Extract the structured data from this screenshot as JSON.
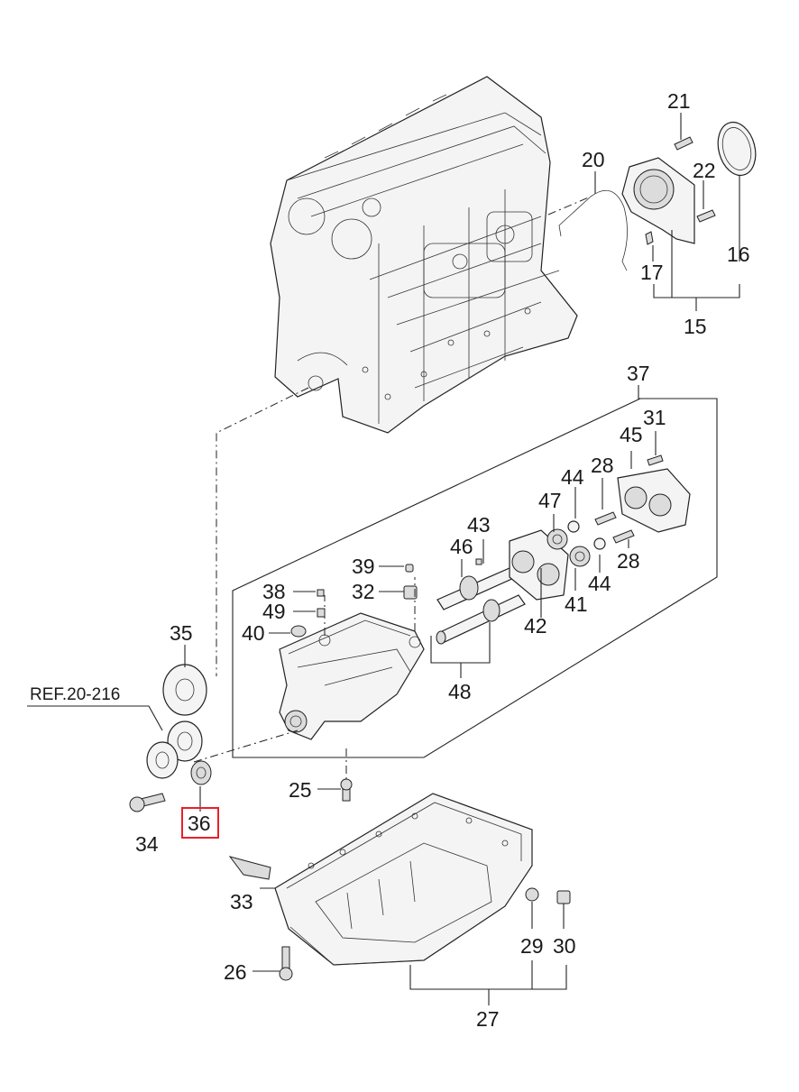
{
  "callouts": {
    "c15": "15",
    "c16": "16",
    "c17": "17",
    "c20": "20",
    "c21": "21",
    "c22": "22",
    "c25": "25",
    "c26": "26",
    "c27": "27",
    "c28a": "28",
    "c28b": "28",
    "c29": "29",
    "c30": "30",
    "c31": "31",
    "c32": "32",
    "c33": "33",
    "c34": "34",
    "c35": "35",
    "c36": "36",
    "c37": "37",
    "c38": "38",
    "c39": "39",
    "c40": "40",
    "c41": "41",
    "c42": "42",
    "c43": "43",
    "c44a": "44",
    "c44b": "44",
    "c45": "45",
    "c46": "46",
    "c47": "47",
    "c48": "48",
    "c49": "49"
  },
  "reference": "REF.20-216",
  "highlight": {
    "part": "36",
    "color": "#e8202a"
  }
}
